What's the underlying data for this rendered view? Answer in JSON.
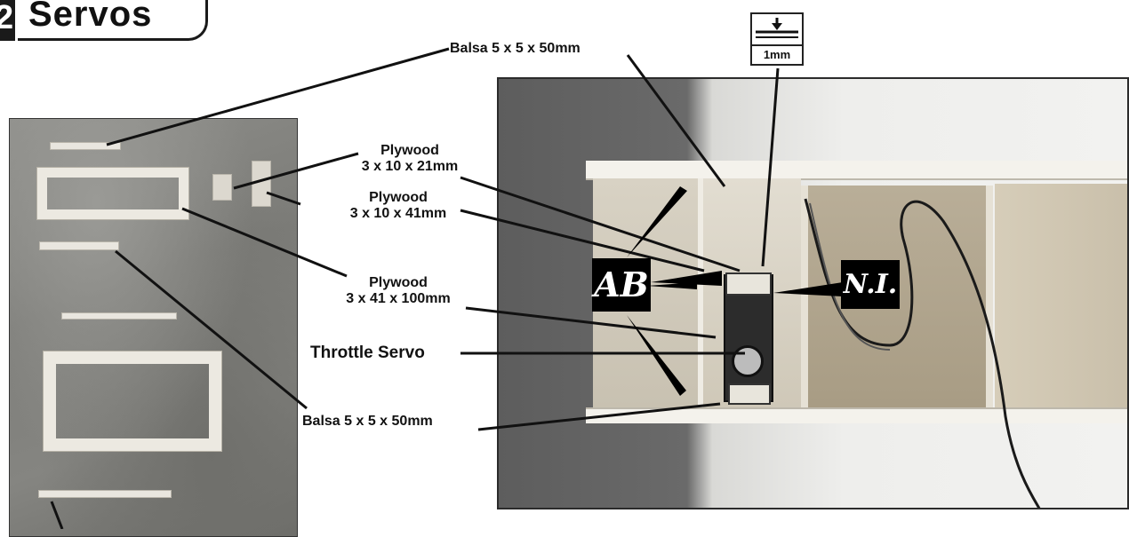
{
  "header": {
    "step_number": "2",
    "title": "Servos"
  },
  "labels": {
    "balsa_top": "Balsa 5 x 5 x 50mm",
    "gauge": "1mm",
    "plywood_21_a": "Plywood",
    "plywood_21_b": "3 x 10 x 21mm",
    "plywood_41_a": "Plywood",
    "plywood_41_b": "3 x 10 x 41mm",
    "plywood_100_a": "Plywood",
    "plywood_100_b": "3 x 41 x 100mm",
    "throttle_servo": "Throttle Servo",
    "balsa_bottom": "Balsa 5 x 5 x 50mm",
    "badge_ab": "AB",
    "badge_ni": "N.I."
  }
}
